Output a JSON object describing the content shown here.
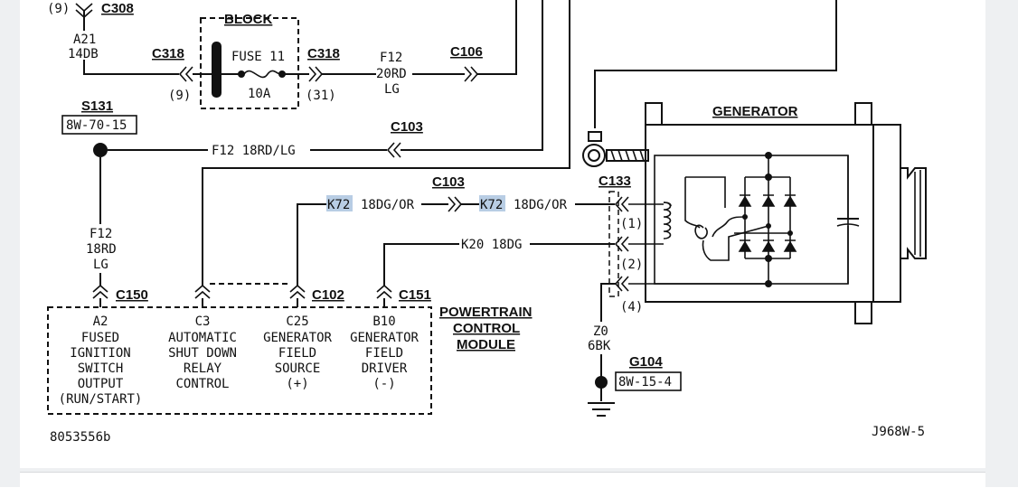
{
  "fuse_block": {
    "title_partial": "BLOCK",
    "fuse_label": "FUSE 11",
    "fuse_rating": "10A",
    "connector_in": "C318",
    "connector_in_pin": "(9)",
    "connector_out": "C318",
    "connector_out_pin": "(31)"
  },
  "top_left": {
    "connector": "C308",
    "pin": "(9)",
    "wire_id": "A21",
    "wire_spec": "14DB"
  },
  "wires": {
    "f12_top_id": "F12",
    "f12_top_gauge": "20RD",
    "f12_top_color": "LG",
    "c106": "C106",
    "f12_mid": "F12  18RD/LG",
    "c103_top": "C103",
    "c103_mid": "C103",
    "k72_a": "K72",
    "k72_a_spec": "18DG/OR",
    "k72_b": "K72",
    "k72_b_spec": "18DG/OR",
    "k20": "K20  18DG",
    "f12_left_id": "F12",
    "f12_left_gauge": "18RD",
    "f12_left_color": "LG",
    "z0_id": "Z0",
    "z0_spec": "6BK"
  },
  "splice": {
    "name": "S131",
    "ref": "8W-70-15"
  },
  "ground": {
    "name": "G104",
    "ref": "8W-15-4"
  },
  "generator": {
    "title": "GENERATOR",
    "connector": "C133",
    "pin1": "(1)",
    "pin2": "(2)",
    "pin4": "(4)"
  },
  "pcm": {
    "title_line1": "POWERTRAIN",
    "title_line2": "CONTROL",
    "title_line3": "MODULE",
    "conn_c150": "C150",
    "conn_c102": "C102",
    "conn_c151": "C151",
    "pins": [
      {
        "id": "A2",
        "lines": [
          "FUSED",
          "IGNITION",
          "SWITCH",
          "OUTPUT",
          "(RUN/START)"
        ]
      },
      {
        "id": "C3",
        "lines": [
          "AUTOMATIC",
          "SHUT DOWN",
          "RELAY",
          "CONTROL"
        ]
      },
      {
        "id": "C25",
        "lines": [
          "GENERATOR",
          "FIELD",
          "SOURCE",
          "(+)"
        ]
      },
      {
        "id": "B10",
        "lines": [
          "GENERATOR",
          "FIELD",
          "DRIVER",
          "(-)"
        ]
      }
    ]
  },
  "footer": {
    "left_code": "8053556b",
    "right_code": "J968W-5"
  },
  "colors": {
    "ink": "#111111",
    "highlight": "#b8cde4",
    "background": "#ffffff"
  }
}
